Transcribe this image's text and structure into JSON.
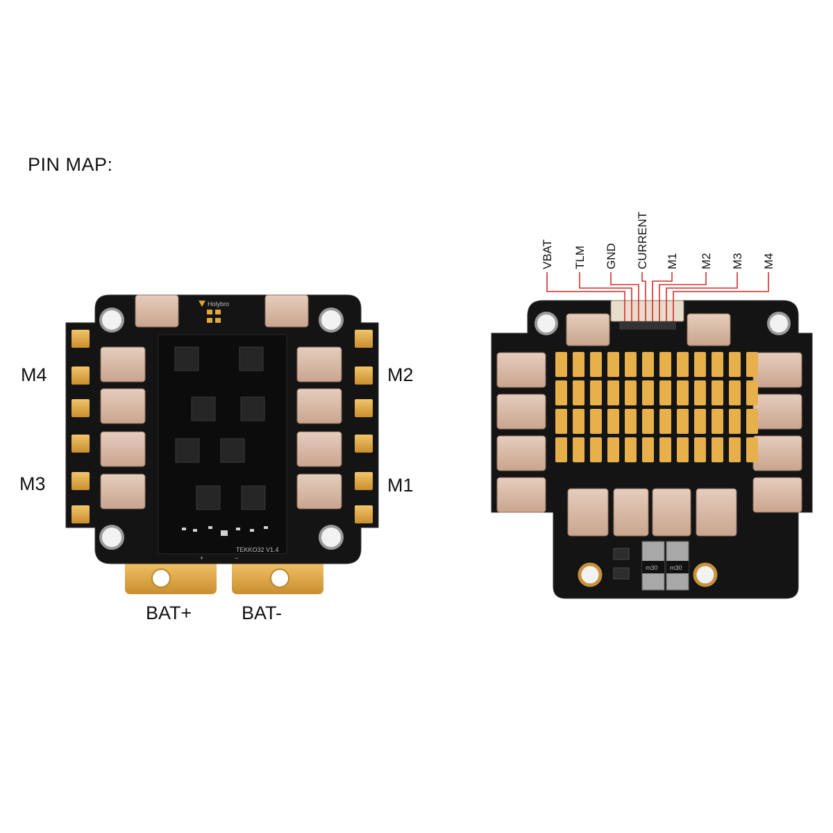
{
  "title": "PIN MAP:",
  "front_board": {
    "motor_labels": {
      "m4": "M4",
      "m2": "M2",
      "m3": "M3",
      "m1": "M1"
    },
    "battery_labels": {
      "bat_plus": "BAT+",
      "bat_minus": "BAT-"
    },
    "silkscreen": {
      "brand": "Holybro",
      "model": "TEKKO32 V1.4",
      "plus": "+",
      "minus": "−"
    }
  },
  "back_board": {
    "connector_pins": [
      "VBAT",
      "TLM",
      "GND",
      "CURRENT",
      "M1",
      "M2",
      "M3",
      "M4"
    ],
    "silkscreen": {
      "r1": "m30",
      "r2": "m30"
    }
  },
  "colors": {
    "pcb": "#141414",
    "gold_pad": "#e7b04a",
    "capacitor": "#d9b9a4",
    "leader_line": "#d62a2a"
  }
}
